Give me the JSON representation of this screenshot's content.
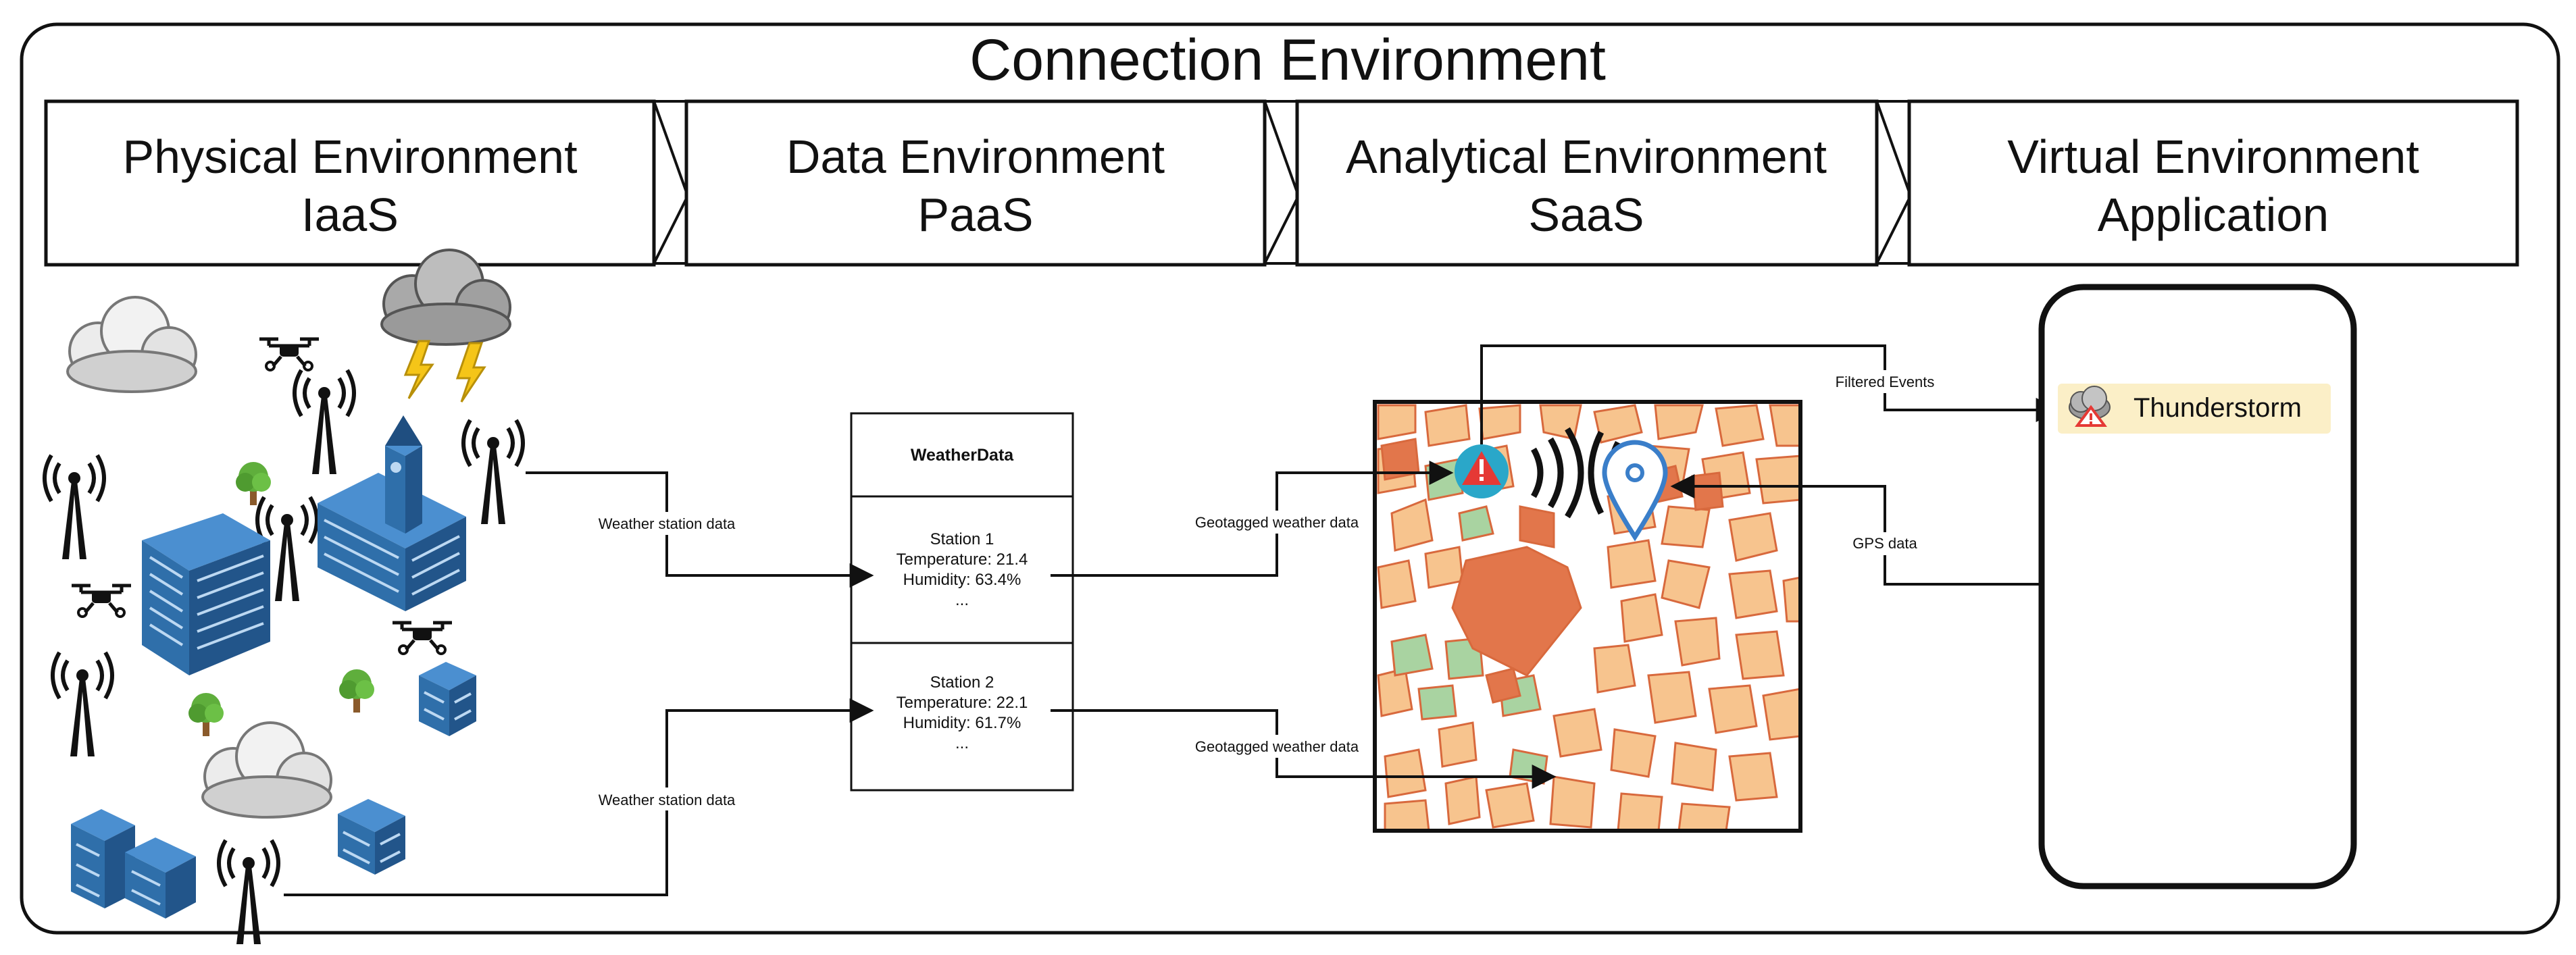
{
  "title": "Connection Environment",
  "stages": [
    {
      "line1": "Physical Environment",
      "line2": "IaaS"
    },
    {
      "line1": "Data Environment",
      "line2": "PaaS"
    },
    {
      "line1": "Analytical Environment",
      "line2": "SaaS"
    },
    {
      "line1": "Virtual Environment",
      "line2": "Application"
    }
  ],
  "edge_labels": {
    "station_top": "Weather station data",
    "station_bottom": "Weather station data",
    "geo_top": "Geotagged weather data",
    "geo_bottom": "Geotagged weather data",
    "filtered_events": "Filtered Events",
    "gps": "GPS data"
  },
  "weather_data": {
    "title": "WeatherData",
    "stations": [
      {
        "name": "Station 1",
        "temperature": "Temperature: 21.4",
        "humidity": "Humidity: 63.4%",
        "more": "..."
      },
      {
        "name": "Station 2",
        "temperature": "Temperature: 22.1",
        "humidity": "Humidity: 61.7%",
        "more": "..."
      }
    ]
  },
  "notification": {
    "label": "Thunderstorm",
    "icon": "thunderstorm-warning-icon"
  },
  "colors": {
    "building_blue": "#2f6faa",
    "map_orange": "#f7c48e",
    "map_dark_orange": "#e2764b",
    "map_green": "#a9d3a1",
    "notification_bg": "#fbefc7",
    "alert_red": "#e53935",
    "marker_blue": "#3a7ec9"
  }
}
